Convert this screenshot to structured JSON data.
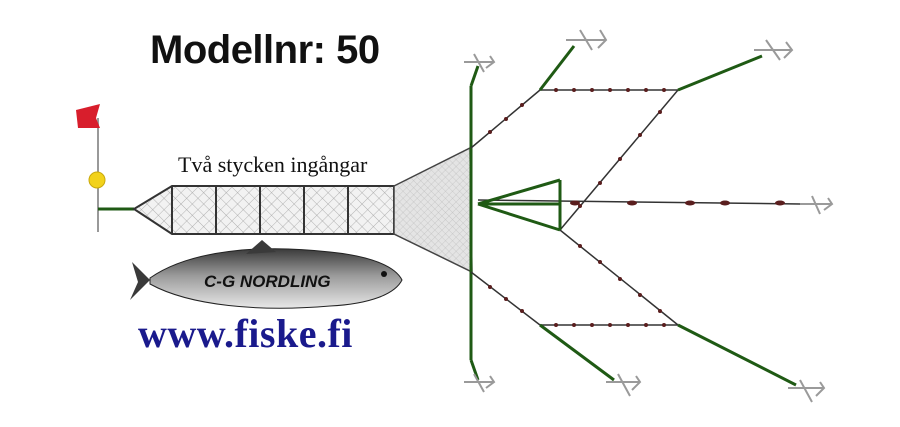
{
  "diagram": {
    "title": "Modellnr: 50",
    "entries_label": "Två stycken ingångar",
    "brand_name": "C-G NORDLING",
    "website": "www.fiske.fi"
  },
  "colors": {
    "rope": "#1f5a14",
    "net_line": "#333333",
    "float": "#5a1e1e",
    "flag": "#d81e2c",
    "buoy": "#f2d21b",
    "website_text": "#1a1a8c"
  },
  "icons": [
    "flag-icon",
    "buoy-icon",
    "fish-logo-icon",
    "anchor-icon"
  ]
}
